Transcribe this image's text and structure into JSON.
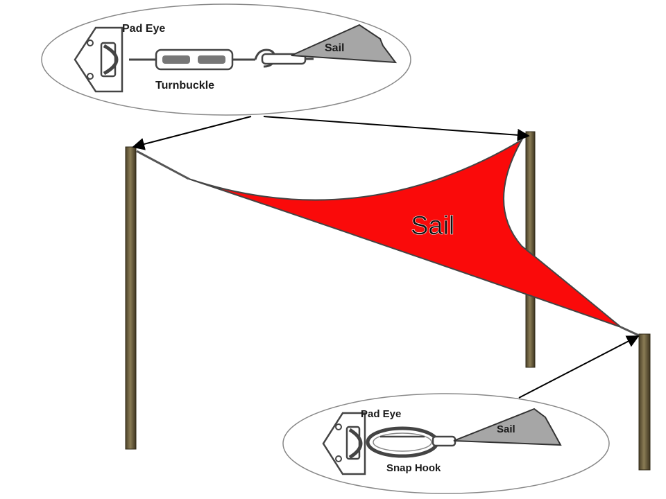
{
  "colors": {
    "sail": "#fa0a0a",
    "pole": "#6b5f3f",
    "hardware": "#555555",
    "sail_callout": "#a6a6a6"
  },
  "top_callout": {
    "pad_eye_label": "Pad Eye",
    "turnbuckle_label": "Turnbuckle",
    "sail_label": "Sail"
  },
  "main": {
    "sail_label": "Sail"
  },
  "bottom_callout": {
    "pad_eye_label": "Pad Eye",
    "snap_hook_label": "Snap Hook",
    "sail_label": "Sail"
  }
}
